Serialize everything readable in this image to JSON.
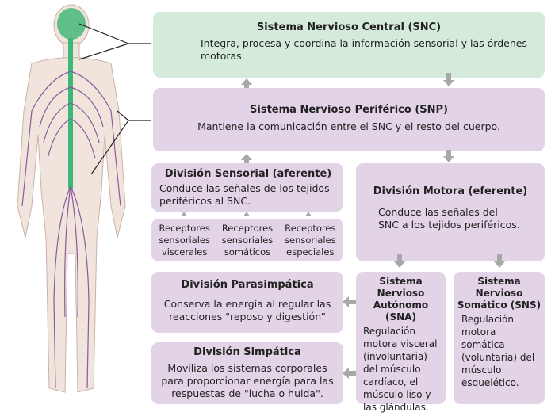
{
  "snc": {
    "title": "Sistema Nervioso Central (SNC)",
    "text": "Integra, procesa y coordina la información sensorial y las órdenes motoras."
  },
  "snp": {
    "title": "Sistema Nervioso Periférico (SNP)",
    "text": "Mantiene la comunicación entre el SNC y el resto del cuerpo."
  },
  "sensorial": {
    "title": "División Sensorial (aferente)",
    "text": "Conduce las señales de los tejidos periféricos al SNC."
  },
  "receptors": [
    "Receptores sensoriales viscerales",
    "Receptores sensoriales somáticos",
    "Receptores sensoriales especiales"
  ],
  "motora": {
    "title": "División Motora (eferente)",
    "text": "Conduce las señales del SNC a los tejidos periféricos."
  },
  "parasimpatica": {
    "title": "División Parasimpática",
    "text": "Conserva la energía al regular las reacciones \"reposo y digestión”"
  },
  "simpatica": {
    "title": "División Simpática",
    "text": "Moviliza los sistemas corporales para proporcionar energía para las respuestas de \"lucha o huida\"."
  },
  "sna": {
    "title": "Sistema Nervioso Autónomo (SNA)",
    "text": "Regulación motora visceral (involuntaria) del músculo cardíaco, el músculo liso y las glándulas."
  },
  "sns": {
    "title": "Sistema Nervioso Somático (SNS)",
    "text": "Regulación motora somática (voluntaria) del músculo esquelético."
  },
  "colors": {
    "green": "#d6eadb",
    "purple": "#e2d3e6",
    "nerve": "#8a5a9a",
    "spine": "#3cb878"
  }
}
